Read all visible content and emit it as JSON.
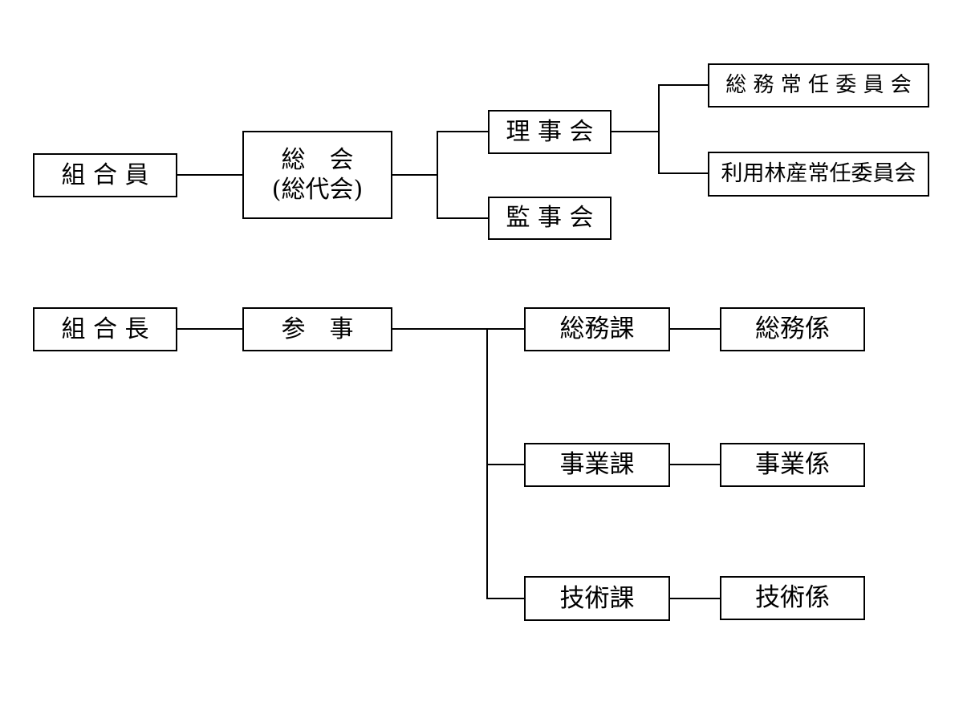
{
  "page": {
    "type": "organization-chart",
    "colors": {
      "background": "#ffffff",
      "line": "#000000",
      "text": "#000000",
      "box_fill": "#ffffff",
      "box_border": "#000000"
    }
  },
  "nodes": {
    "member": {
      "label": "組 合 員"
    },
    "general_meeting": {
      "line1": "総　会",
      "line2": "(総代会)"
    },
    "board_of_directors": {
      "label": "理 事 会"
    },
    "board_of_auditors": {
      "label": "監 事 会"
    },
    "general_affairs_standing_committee": {
      "label": "総 務 常 任 委 員 会"
    },
    "forest_products_standing_committee": {
      "label": "利用林産常任委員会"
    },
    "union_president": {
      "label": "組 合 長"
    },
    "counselor": {
      "label": "参　事"
    },
    "general_affairs_division": {
      "label": "総務課"
    },
    "general_affairs_section": {
      "label": "総務係"
    },
    "business_division": {
      "label": "事業課"
    },
    "business_section": {
      "label": "事業係"
    },
    "technical_division": {
      "label": "技術課"
    },
    "technical_section": {
      "label": "技術係"
    }
  },
  "edges": [
    {
      "from": "組合員",
      "to": "総会(総代会)"
    },
    {
      "from": "総会(総代会)",
      "to": "理事会"
    },
    {
      "from": "総会(総代会)",
      "to": "監事会"
    },
    {
      "from": "理事会",
      "to": "総務常任委員会"
    },
    {
      "from": "理事会",
      "to": "利用林産常任委員会"
    },
    {
      "from": "組合長",
      "to": "参事"
    },
    {
      "from": "参事",
      "to": "総務課"
    },
    {
      "from": "参事",
      "to": "事業課"
    },
    {
      "from": "参事",
      "to": "技術課"
    },
    {
      "from": "総務課",
      "to": "総務係"
    },
    {
      "from": "事業課",
      "to": "事業係"
    },
    {
      "from": "技術課",
      "to": "技術係"
    }
  ]
}
